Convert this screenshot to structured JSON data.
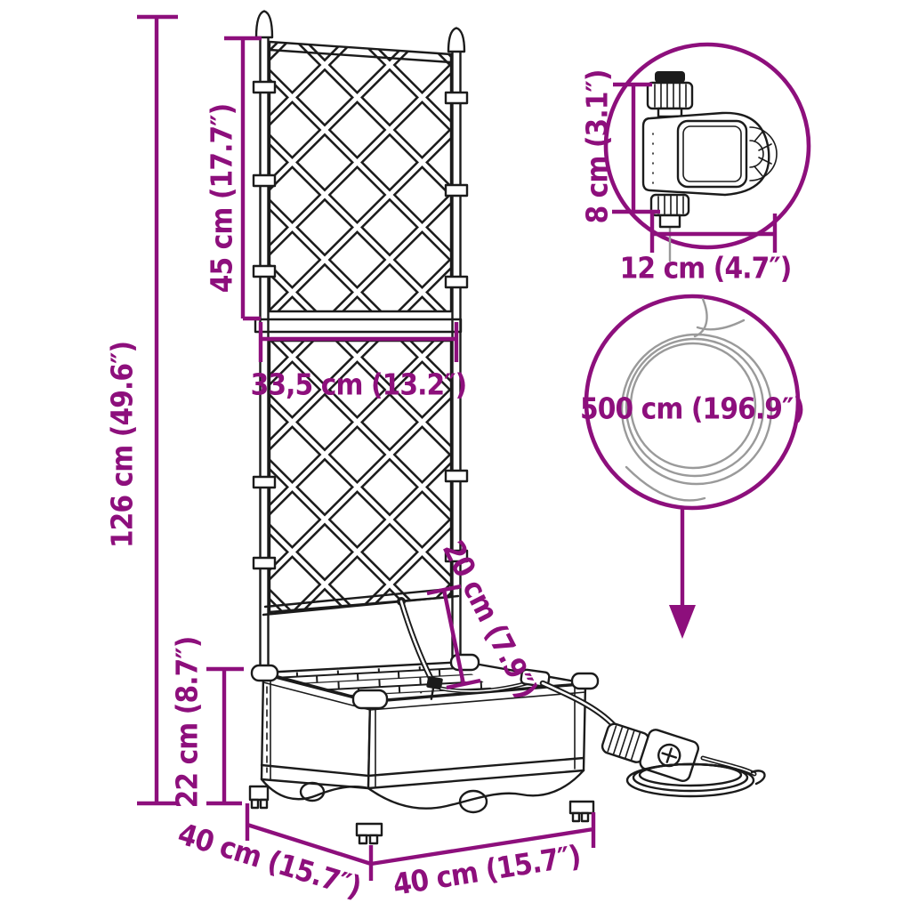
{
  "figure": {
    "type": "product-dimension-diagram",
    "subject": "garden raised bed planter with trellis, water timer and hose",
    "colors": {
      "accent": "#8d0f7c",
      "ink": "#1b1b1b",
      "hose": "#9a9a9a",
      "bg": "#ffffff"
    }
  },
  "dimensions": {
    "trellis_height": "45 cm (17.7″)",
    "total_height": "126 cm (49.6″)",
    "trellis_width": "33,5 cm (13.2″)",
    "planter_height": "22 cm (8.7″)",
    "planter_depth": "40 cm (15.7″)",
    "planter_width": "40 cm (15.7″)",
    "planting_depth": "20 cm (7.9″)",
    "timer_height": "8 cm (3.1″)",
    "timer_width": "12 cm (4.7″)",
    "hose_length": "500 cm (196.9″)"
  }
}
